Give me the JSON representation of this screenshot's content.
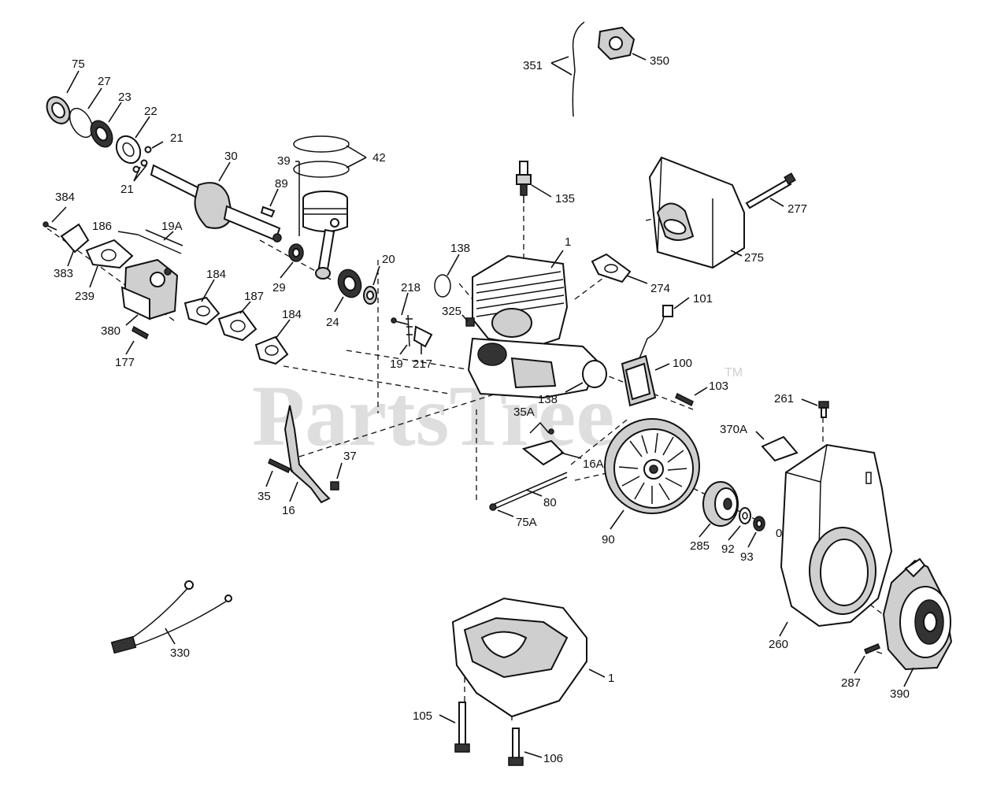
{
  "watermark": {
    "text": "PartsTree",
    "trademark": "TM"
  },
  "labels": {
    "p75": "75",
    "p27": "27",
    "p23": "23",
    "p22": "22",
    "p21a": "21",
    "p21b": "21",
    "p30": "30",
    "p39": "39",
    "p42": "42",
    "p89": "89",
    "p384": "384",
    "p186": "186",
    "p19A": "19A",
    "p383": "383",
    "p239": "239",
    "p184a": "184",
    "p29": "29",
    "p20": "20",
    "p24": "24",
    "p380": "380",
    "p187": "187",
    "p177": "177",
    "p184b": "184",
    "p135": "135",
    "p351": "351",
    "p350": "350",
    "p277": "277",
    "p138a": "138",
    "p1a": "1",
    "p275": "275",
    "p218": "218",
    "p325": "325",
    "p274": "274",
    "p101": "101",
    "p19": "19",
    "p217": "217",
    "p100": "100",
    "p138b": "138",
    "p103": "103",
    "p261": "261",
    "p35A": "35A",
    "p370A": "370A",
    "p37": "37",
    "p16A": "16A",
    "p35": "35",
    "p16": "16",
    "p80": "80",
    "p75A": "75A",
    "p90": "90",
    "p285": "285",
    "p92": "92",
    "p93": "93",
    "p330": "330",
    "p1b": "1",
    "p260": "260",
    "p287": "287",
    "p390": "390",
    "p105": "105",
    "p106": "106"
  }
}
